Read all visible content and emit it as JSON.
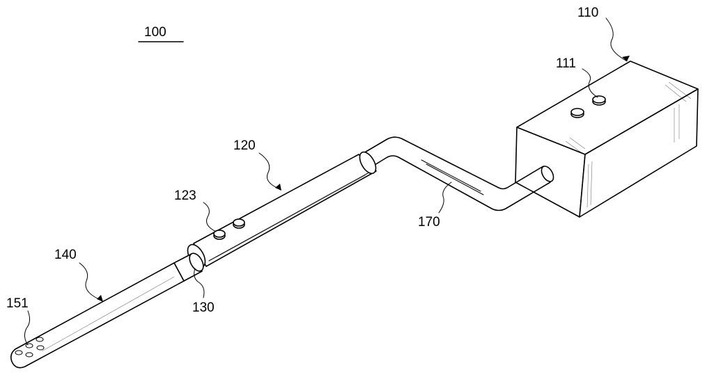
{
  "labels": {
    "device": "100",
    "box": "110",
    "box_button": "111",
    "handle": "120",
    "handle_button": "123",
    "sleeve": "130",
    "probe": "140",
    "probe_holes": "151",
    "cable": "170"
  }
}
